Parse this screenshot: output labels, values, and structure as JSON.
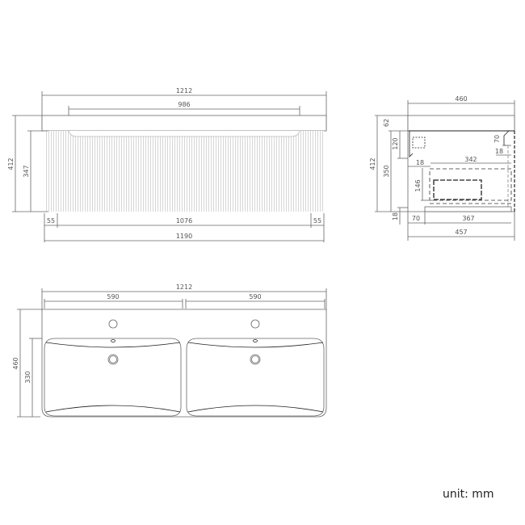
{
  "front_view": {
    "top_width": "1212",
    "basin_width": "986",
    "total_height": "412",
    "cabinet_height": "347",
    "left_margin": "55",
    "panel_width": "1076",
    "right_margin": "55",
    "cabinet_width": "1190"
  },
  "side_view": {
    "depth_top": "460",
    "top_thickness": "62",
    "total_height": "412",
    "cabinet_height": "350",
    "upper_drawer": "120",
    "corner_a": "70",
    "corner_b": "18",
    "inner_offset": "18",
    "drawer_depth": "342",
    "drawer_height": "146",
    "base_height": "18",
    "base_offset": "70",
    "base_depth": "367",
    "depth_bottom": "457"
  },
  "top_view": {
    "total_width": "1212",
    "left_basin_width": "590",
    "right_basin_width": "590",
    "depth": "460",
    "basin_depth": "330"
  },
  "unit_label": "unit: mm"
}
